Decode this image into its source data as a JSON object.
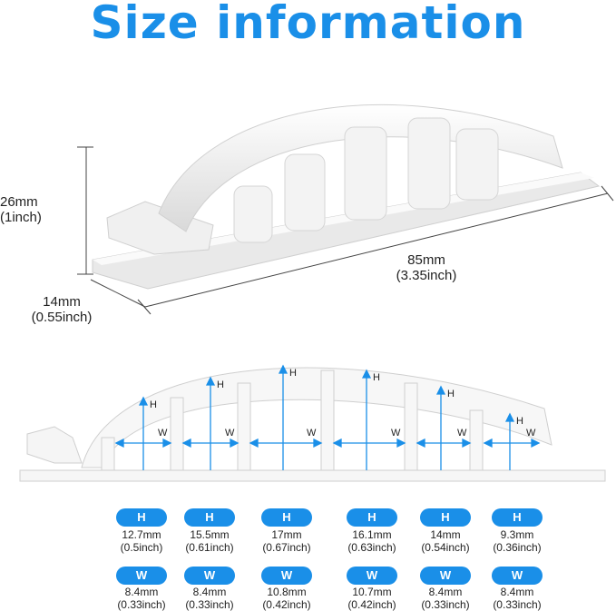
{
  "title": "Size information",
  "dimensions": {
    "height_mm": "26mm",
    "height_in": "(1inch)",
    "depth_mm": "14mm",
    "depth_in": "(0.55inch)",
    "length_mm": "85mm",
    "length_in": "(3.35inch)"
  },
  "diagram_labels": {
    "h": "H",
    "w": "W"
  },
  "slots": [
    {
      "h_mm": "12.7mm",
      "h_in": "(0.5inch)",
      "w_mm": "8.4mm",
      "w_in": "(0.33inch)"
    },
    {
      "h_mm": "15.5mm",
      "h_in": "(0.61inch)",
      "w_mm": "8.4mm",
      "w_in": "(0.33inch)"
    },
    {
      "h_mm": "17mm",
      "h_in": "(0.67inch)",
      "w_mm": "10.8mm",
      "w_in": "(0.42inch)"
    },
    {
      "h_mm": "16.1mm",
      "h_in": "(0.63inch)",
      "w_mm": "10.7mm",
      "w_in": "(0.42inch)"
    },
    {
      "h_mm": "14mm",
      "h_in": "(0.54inch)",
      "w_mm": "8.4mm",
      "w_in": "(0.33inch)"
    },
    {
      "h_mm": "9.3mm",
      "h_in": "(0.36inch)",
      "w_mm": "8.4mm",
      "w_in": "(0.33inch)"
    }
  ],
  "colors": {
    "accent": "#1a8fe8",
    "product": "#f4f4f4"
  }
}
